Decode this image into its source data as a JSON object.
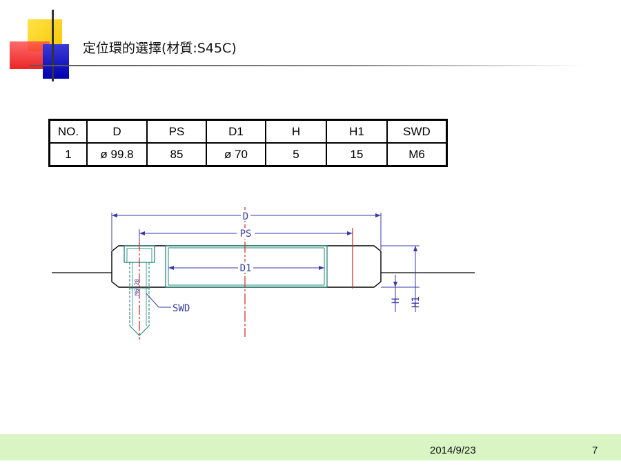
{
  "slide": {
    "title": "定位環的選擇(材質:S45C)",
    "date": "2014/9/23",
    "page_number": "7"
  },
  "spec_table": {
    "headers": [
      "NO.",
      "D",
      "PS",
      "D1",
      "H",
      "H1",
      "SWD"
    ],
    "row": [
      "1",
      "ø 99.8",
      "85",
      "ø 70",
      "5",
      "15",
      "M6"
    ]
  },
  "drawing": {
    "labels": {
      "d": "D",
      "ps": "PS",
      "d1": "D1",
      "swd": "SWD",
      "h": "H",
      "h1": "H1",
      "thread": "M6*20"
    },
    "colors": {
      "outline": "#000000",
      "dimension": "#3a3aa8",
      "inner": "#1f8a7a",
      "centerline": "#e02020"
    }
  }
}
